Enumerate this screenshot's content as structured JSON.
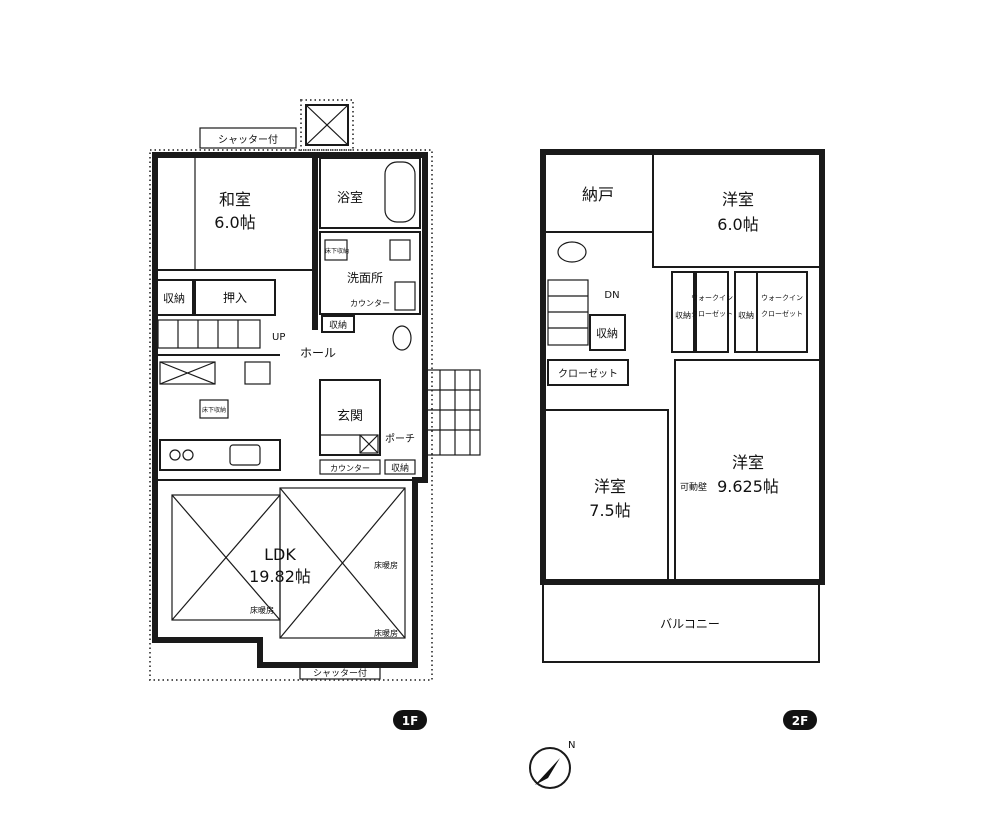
{
  "floor1": {
    "badge": "1F",
    "rooms": {
      "washitsu": "和室",
      "washitsu_size": "6.0帖",
      "bath": "浴室",
      "underfloor_storage_top": "床下収納",
      "washroom": "洗面所",
      "counter_wash": "カウンター",
      "storage_left": "収納",
      "oshiire": "押入",
      "storage_mid": "収納",
      "up": "UP",
      "hall": "ホール",
      "underfloor_storage_kitchen": "床下収納",
      "genkan": "玄関",
      "porch": "ポーチ",
      "counter_bottom": "カウンター",
      "storage_bottom": "収納",
      "ldk": "LDK",
      "ldk_size": "19.82帖",
      "floor_heating_1": "床暖房",
      "floor_heating_2": "床暖房",
      "floor_heating_3": "床暖房",
      "shutter_top": "シャッター付",
      "shutter_bottom": "シャッター付"
    }
  },
  "floor2": {
    "badge": "2F",
    "rooms": {
      "nando": "納戸",
      "youshitsu_ne": "洋室",
      "youshitsu_ne_size": "6.0帖",
      "dn": "DN",
      "storage_stair": "収納",
      "walkin_1": "ウォークイン",
      "walkin_1b": "クローゼット",
      "storage_a": "収納",
      "storage_b": "収納",
      "walkin_2": "ウォークイン",
      "walkin_2b": "クローゼット",
      "closet": "クローゼット",
      "youshitsu_sw": "洋室",
      "youshitsu_sw_size": "7.5帖",
      "youshitsu_se": "洋室",
      "youshitsu_se_size": "9.625帖",
      "movable_wall": "可動壁",
      "balcony": "バルコニー"
    }
  },
  "compass": {
    "label": "N",
    "icon": "north-arrow-icon"
  }
}
